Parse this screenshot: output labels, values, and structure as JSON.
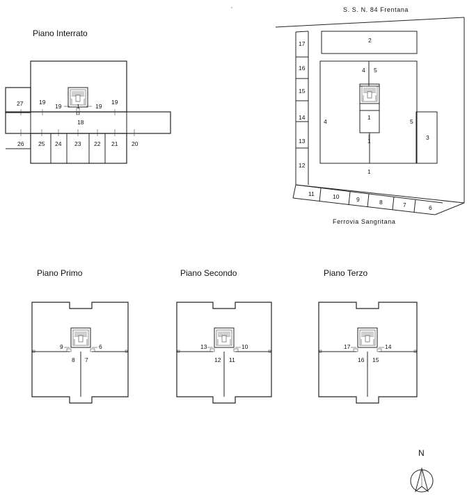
{
  "labels": {
    "interrato": "Piano Interrato",
    "primo": "Piano Primo",
    "secondo": "Piano Secondo",
    "terzo": "Piano Terzo",
    "road_north": "S. S. N. 84 Frentana",
    "road_south": "Ferrovia  Sangritana",
    "north": "N"
  },
  "interrato": {
    "top_left": "27",
    "top": [
      "19",
      "19",
      "1",
      "19",
      "19"
    ],
    "corridor": "18",
    "bottom": [
      "26",
      "25",
      "24",
      "23",
      "22",
      "21",
      "20"
    ]
  },
  "site": {
    "left_strip": [
      "17",
      "16",
      "15",
      "14",
      "13",
      "12"
    ],
    "bottom_strip": [
      "11",
      "10",
      "9",
      "8",
      "7",
      "6"
    ],
    "block_top": "2",
    "top_pair": [
      "4",
      "5"
    ],
    "core": [
      "1",
      "1",
      "1"
    ],
    "wing_left": "4",
    "wing_right": "5",
    "side_block": "3"
  },
  "primo": {
    "units": [
      "9",
      "6",
      "8",
      "7"
    ]
  },
  "secondo": {
    "units": [
      "13",
      "10",
      "12",
      "11"
    ]
  },
  "terzo": {
    "units": [
      "17",
      "14",
      "16",
      "15"
    ]
  }
}
